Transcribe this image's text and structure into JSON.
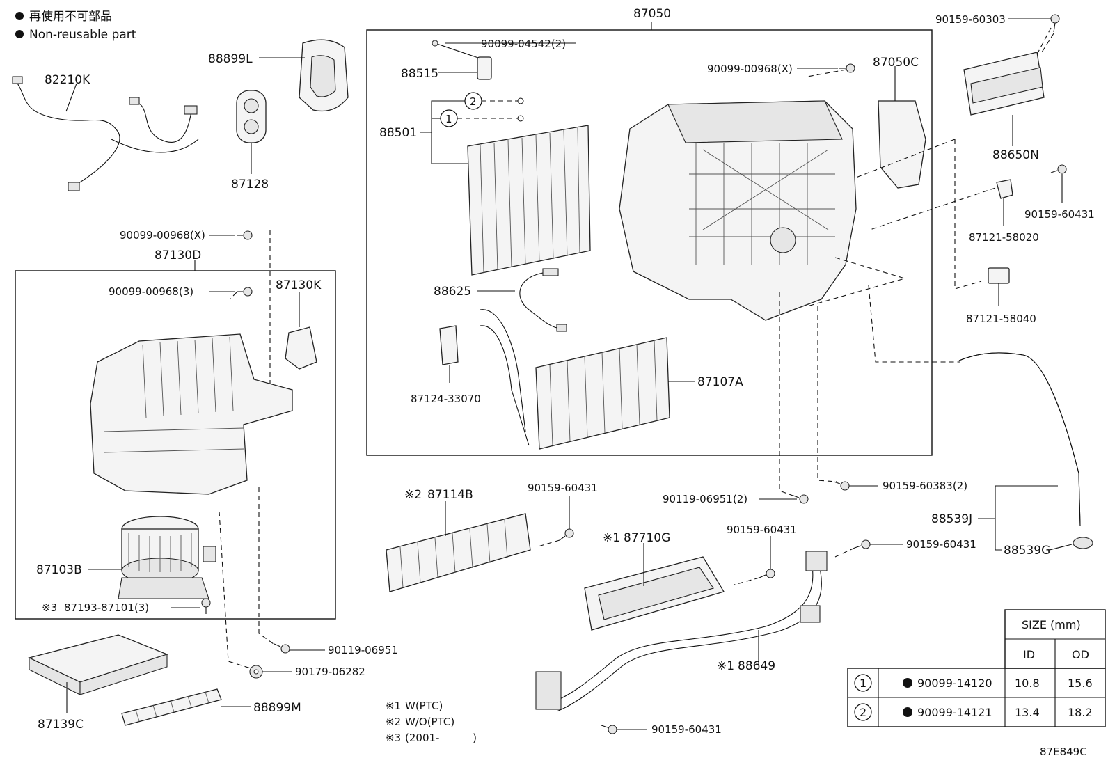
{
  "legend": {
    "jp": "再使用不可部品",
    "en": "Non-reusable part"
  },
  "diagram_code": "87E849C",
  "notes": [
    {
      "mark": "※1",
      "text": "W(PTC)"
    },
    {
      "mark": "※2",
      "text": "W/O(PTC)"
    },
    {
      "mark": "※3",
      "text": "(2001-          )"
    }
  ],
  "parts": {
    "p87050": "87050",
    "p90159_60303": "90159-60303",
    "p88899L": "88899L",
    "p82210K": "82210K",
    "p87128": "87128",
    "p90099_04542": "90099-04542(2)",
    "p88515": "88515",
    "p88501": "88501",
    "p90099_00968x_top": "90099-00968(X)",
    "p87050C": "87050C",
    "p88650N": "88650N",
    "p90159_60431_r": "90159-60431",
    "p87121_58020": "87121-58020",
    "p87121_58040": "87121-58040",
    "p90099_00968x_left": "90099-00968(X)",
    "p87130D": "87130D",
    "p90099_00968_3": "90099-00968(3)",
    "p87130K": "87130K",
    "p88625": "88625",
    "p87124_33070": "87124-33070",
    "p87107A": "87107A",
    "p87114B": "87114B",
    "p90159_60431_a": "90159-60431",
    "p90119_06951_2": "90119-06951(2)",
    "p90159_60383": "90159-60383(2)",
    "p88539J": "88539J",
    "p88539G": "88539G",
    "p87710G": "87710G",
    "p90159_60431_b": "90159-60431",
    "p90159_60431_c": "90159-60431",
    "p87103B": "87103B",
    "p87193_87101": "87193-87101(3)",
    "p90119_06951": "90119-06951",
    "p90179_06282": "90179-06282",
    "p87139C": "87139C",
    "p88899M": "88899M",
    "p88649": "88649",
    "p90159_60431_d": "90159-60431"
  },
  "marks": {
    "m87114B": "※2",
    "m87710G": "※1",
    "m87193": "※3",
    "m88649": "※1",
    "circle1": "1",
    "circle2": "2"
  },
  "size_table": {
    "title": "SIZE (mm)",
    "col_id": "ID",
    "col_od": "OD",
    "rows": [
      {
        "no": "1",
        "part": "90099-14120",
        "id": "10.8",
        "od": "15.6"
      },
      {
        "no": "2",
        "part": "90099-14121",
        "id": "13.4",
        "od": "18.2"
      }
    ]
  }
}
